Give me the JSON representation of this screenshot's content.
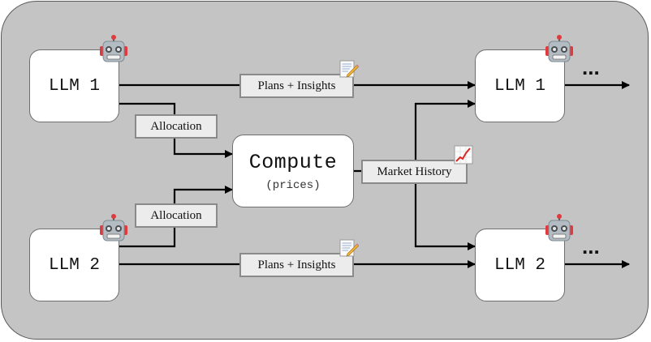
{
  "agents": {
    "llm1_left": "LLM 1",
    "llm2_left": "LLM 2",
    "llm1_right": "LLM 1",
    "llm2_right": "LLM 2"
  },
  "compute": {
    "title": "Compute",
    "subtitle": "(prices)"
  },
  "edge_labels": {
    "plans_top": "Plans + Insights",
    "plans_bottom": "Plans + Insights",
    "allocation_top": "Allocation",
    "allocation_bottom": "Allocation",
    "market_history": "Market History"
  },
  "continuation": {
    "top": "...",
    "bottom": "..."
  },
  "icons": {
    "agent": "robot-icon",
    "notes": "memo-pencil-icon",
    "history": "chart-increasing-icon"
  }
}
